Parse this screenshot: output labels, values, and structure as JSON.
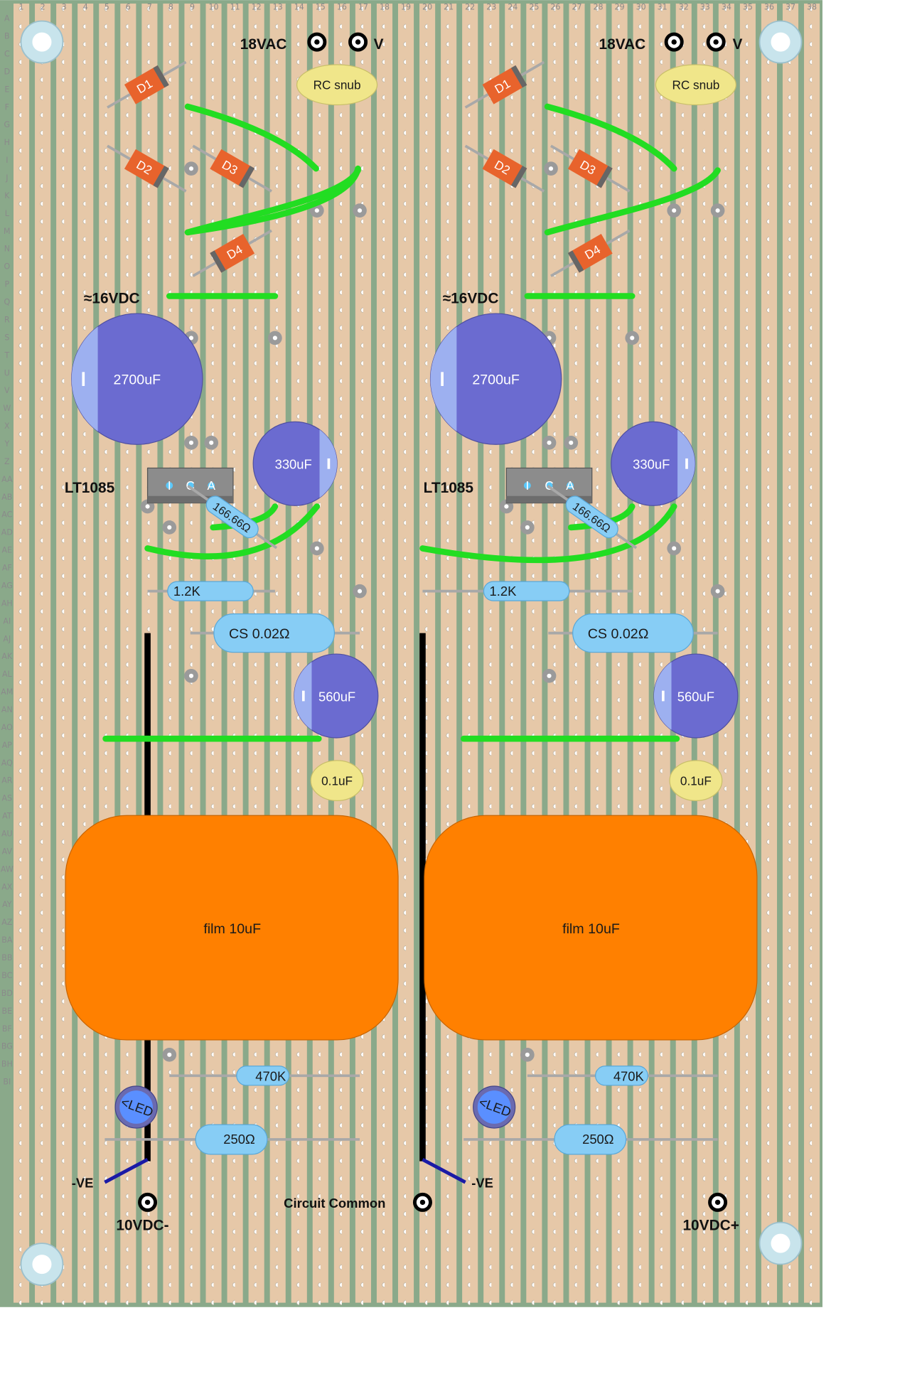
{
  "board": {
    "column_numbers": [
      "1",
      "2",
      "3",
      "4",
      "5",
      "6",
      "7",
      "8",
      "9",
      "10",
      "11",
      "12",
      "13",
      "14",
      "15",
      "16",
      "17",
      "18",
      "19",
      "20",
      "21",
      "22",
      "23",
      "24",
      "25",
      "26",
      "27",
      "28",
      "29",
      "30",
      "31",
      "32",
      "33",
      "34",
      "35",
      "36",
      "37",
      "38"
    ],
    "row_letters": [
      "A",
      "B",
      "C",
      "D",
      "E",
      "F",
      "G",
      "H",
      "I",
      "J",
      "K",
      "L",
      "M",
      "N",
      "O",
      "P",
      "Q",
      "R",
      "S",
      "T",
      "U",
      "V",
      "W",
      "X",
      "Y",
      "Z",
      "AA",
      "AB",
      "AC",
      "AD",
      "AE",
      "AF",
      "AG",
      "AH",
      "AI",
      "AJ",
      "AK",
      "AL",
      "AM",
      "AN",
      "AO",
      "AP",
      "AQ",
      "AR",
      "AS",
      "AT",
      "AU",
      "AV",
      "AW",
      "AX",
      "AY",
      "AZ",
      "BA",
      "BB",
      "BC",
      "BD",
      "BE",
      "BF",
      "BG",
      "BH",
      "BI"
    ]
  },
  "labels": {
    "ac_left": "18VAC",
    "ac_left_v": "V",
    "ac_right": "18VAC",
    "ac_right_v": "V",
    "dc16_left": "≈16VDC",
    "dc16_right": "≈16VDC",
    "reg_left": "LT1085",
    "reg_right": "LT1085",
    "ve_left": "-VE",
    "ve_right": "-VE",
    "out_neg": "10VDC-",
    "out_pos": "10VDC+",
    "common": "Circuit Common"
  },
  "components": {
    "rc_snub": "RC snub",
    "d1": "D1",
    "d2": "D2",
    "d3": "D3",
    "d4": "D4",
    "cap_2700": "2700uF",
    "cap_330": "330uF",
    "reg_pins": [
      "I",
      "C",
      "A"
    ],
    "res_166": "166.66Ω",
    "res_1k2": "1.2K",
    "res_cs": "CS 0.02Ω",
    "cap_560": "560uF",
    "cap_01": "0.1uF",
    "film": "film 10uF",
    "res_470k": "470K",
    "led": "<LED",
    "res_250": "250Ω"
  },
  "colors": {
    "board_border": "#8aa98a",
    "strip": "#e6c8a8",
    "gap": "#7f9f80",
    "wire_green": "#22dd22",
    "wire_black": "#000000",
    "wire_blue": "#1a1aa6",
    "cap_electrolytic": "#6b6bd0",
    "cap_film": "#ff8000",
    "cap_ceramic": "#f0e68a",
    "resistor": "#87cdf5",
    "diode": "#e8632c",
    "led": "#5a8fff"
  }
}
